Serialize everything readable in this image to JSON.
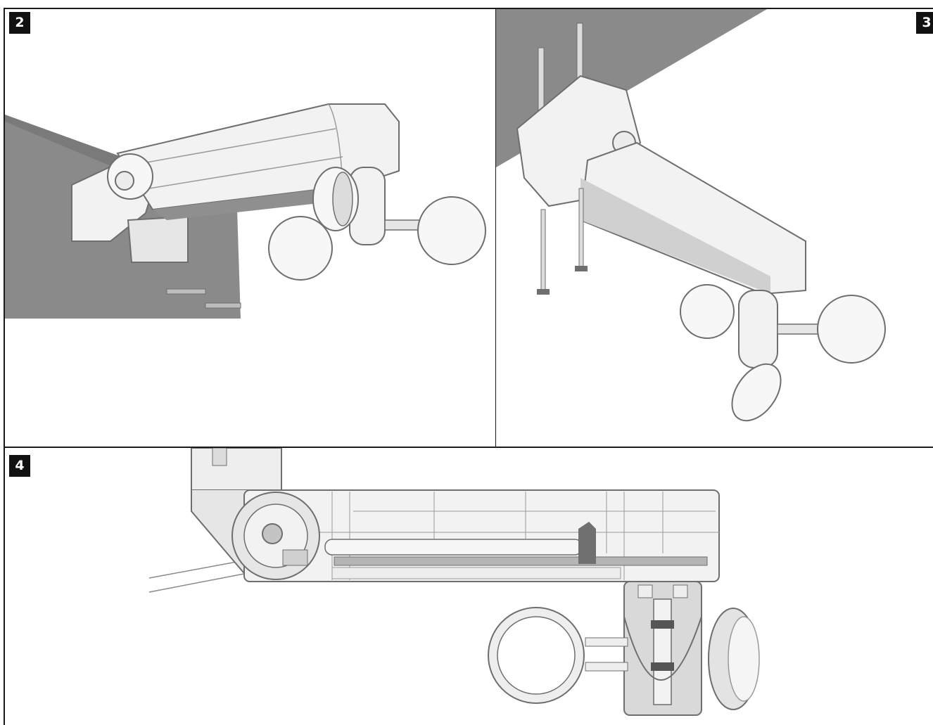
{
  "panels": [
    {
      "id": "panel-2",
      "number": "2"
    },
    {
      "id": "panel-3",
      "number": "3"
    },
    {
      "id": "panel-4",
      "number": "4"
    }
  ],
  "colors": {
    "wall": "#8a8a8a",
    "part": "#f2f2f2",
    "outline": "#6e6e6e",
    "section": "#d9d9d9",
    "badge": "#111111"
  }
}
